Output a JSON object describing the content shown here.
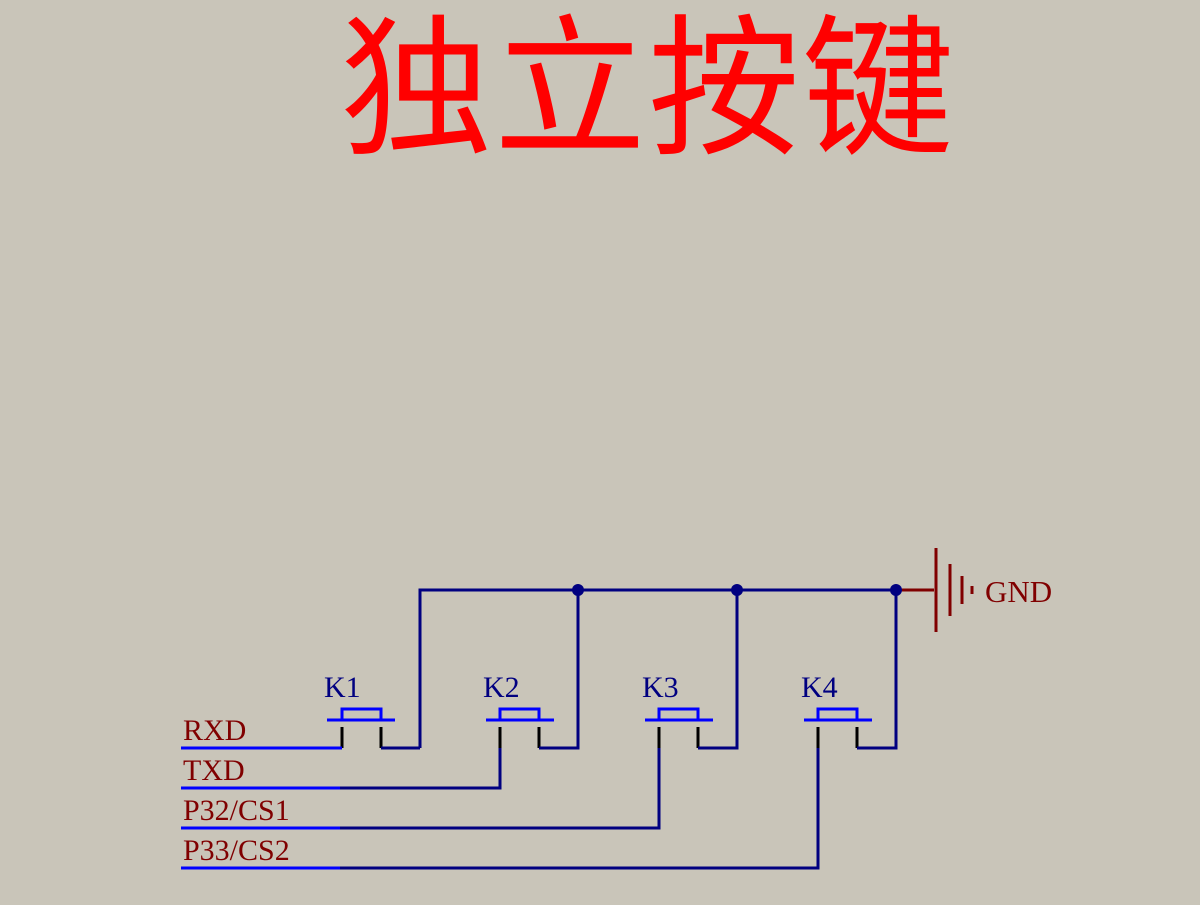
{
  "title": "独立按键",
  "colors": {
    "background": "#c9c5b9",
    "title": "#ff0000",
    "wire": "#000080",
    "component": "#0000ff",
    "net_label": "#800000",
    "ground": "#800000",
    "junction": "#000080",
    "pin": "#000000"
  },
  "ground": {
    "label": "GND",
    "icon": "ground-symbol-icon"
  },
  "switches": [
    {
      "id": "k1",
      "label": "K1",
      "net": "RXD"
    },
    {
      "id": "k2",
      "label": "K2",
      "net": "TXD"
    },
    {
      "id": "k3",
      "label": "K3",
      "net": "P32/CS1"
    },
    {
      "id": "k4",
      "label": "K4",
      "net": "P33/CS2"
    }
  ]
}
